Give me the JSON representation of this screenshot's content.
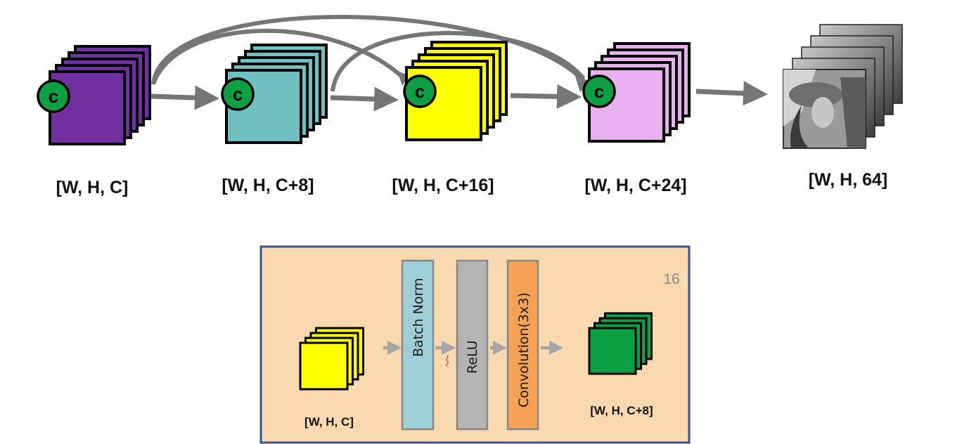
{
  "top_row": {
    "stages": [
      {
        "label": "[W, H, C]",
        "color": "#7030a0",
        "badge": "c"
      },
      {
        "label": "[W, H, C+8]",
        "color": "#70bfc1",
        "badge": "c"
      },
      {
        "label": "[W, H, C+16]",
        "color": "#ffff00",
        "badge": "c"
      },
      {
        "label": "[W, H, C+24]",
        "color": "#e8b0ee",
        "badge": "c"
      }
    ],
    "output": {
      "label": "[W, H, 64]"
    }
  },
  "dense_layer": {
    "page_number": "16",
    "input_label": "[W, H, C]",
    "output_label": "[W, H, C+8]",
    "ops": [
      {
        "label": "Batch Norm",
        "color": "#9ecfd6"
      },
      {
        "label": "ReLU",
        "color": "#b4b4b4"
      },
      {
        "label": "Convolution(3x3)",
        "color": "#f7a154"
      }
    ],
    "panel_color": "#fad8b0",
    "border_color": "#3a5486",
    "input_color": "#ffff00",
    "output_color": "#0da042"
  },
  "colors": {
    "badge": "#0da042",
    "arrow": "#767676",
    "light_arrow": "#a6a6a6"
  }
}
